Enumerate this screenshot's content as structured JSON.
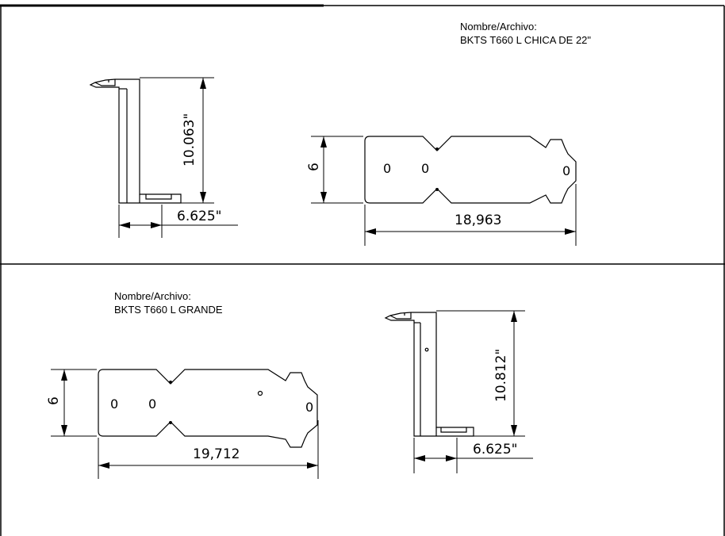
{
  "sheet_top": {
    "file_label": "Nombre/Archivo:",
    "file_name": "BKTS T660 L CHICA DE  22\"",
    "side_view": {
      "height_dim": "10.063\"",
      "width_dim": "6.625\""
    },
    "flat_pattern": {
      "width_dim": "6",
      "length_dim": "18,963",
      "hole_marks": [
        "0",
        "0",
        "0"
      ]
    }
  },
  "sheet_bottom": {
    "file_label": "Nombre/Archivo:",
    "file_name": "BKTS T660 L GRANDE",
    "side_view": {
      "height_dim": "10.812\"",
      "width_dim": "6.625\""
    },
    "flat_pattern": {
      "width_dim": "6",
      "length_dim": "19,712",
      "hole_marks": [
        "0",
        "0",
        "0"
      ]
    }
  }
}
